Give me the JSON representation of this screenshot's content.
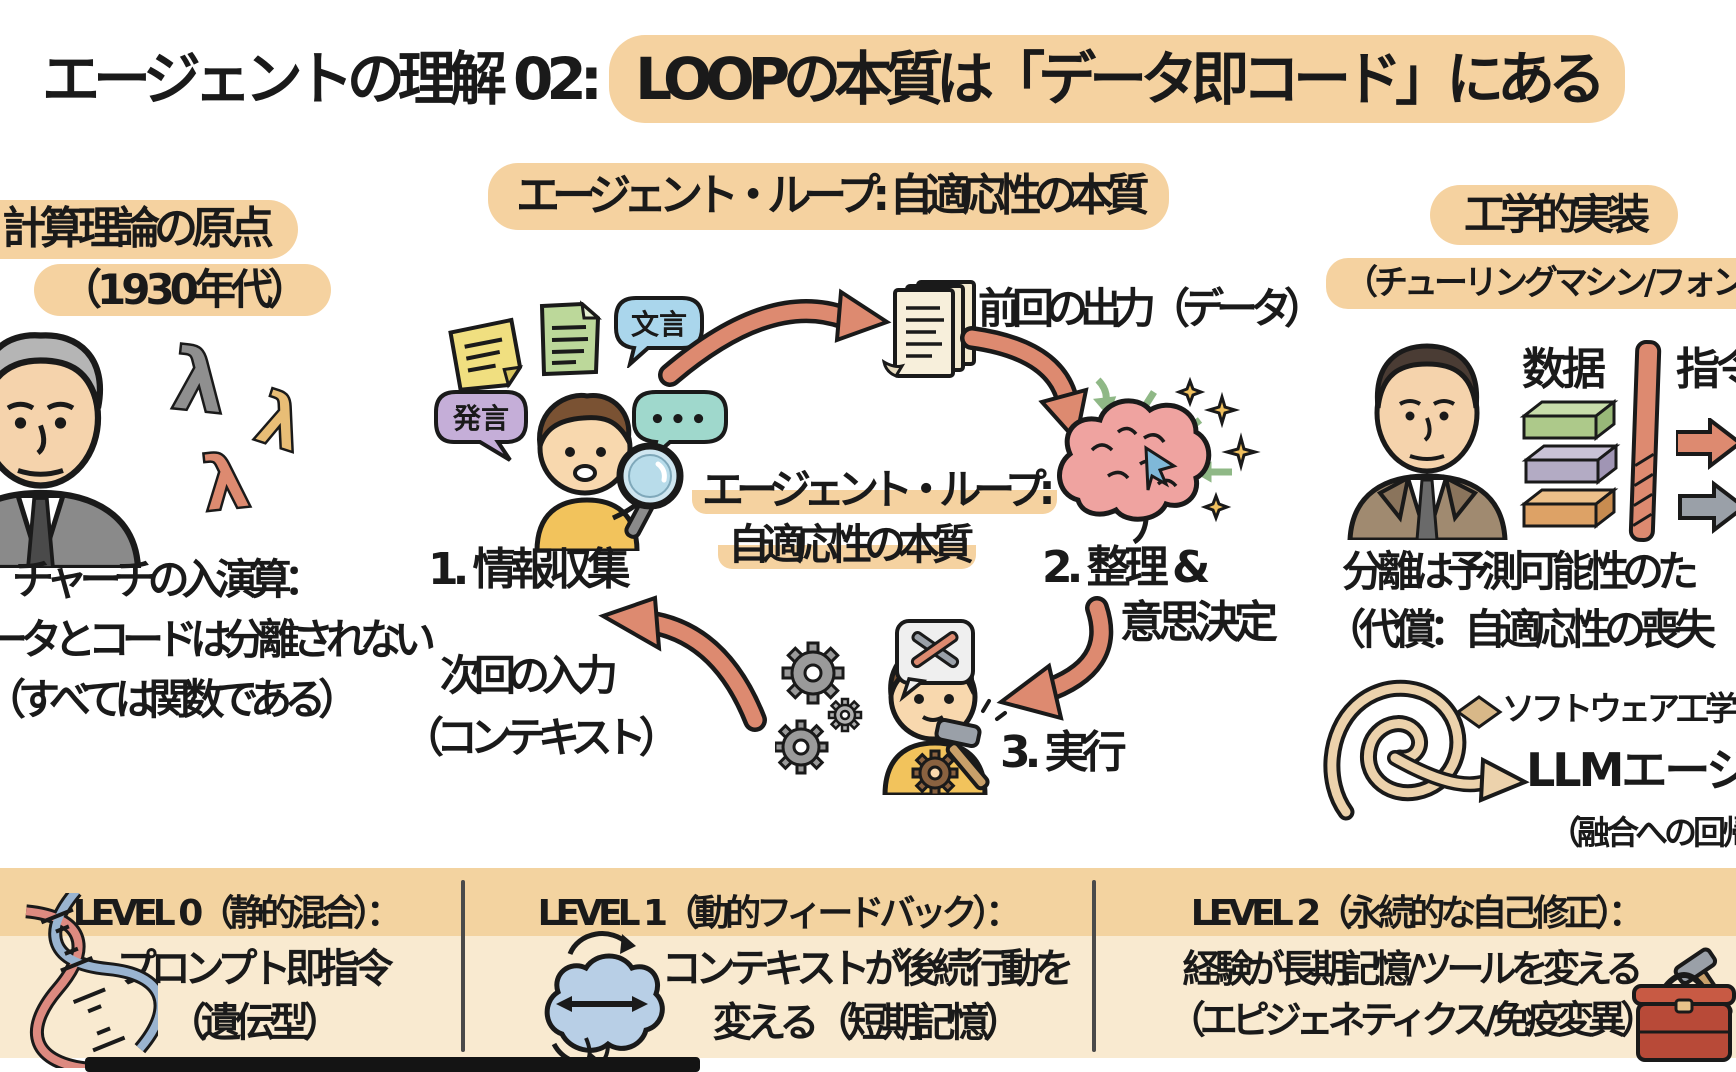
{
  "colors": {
    "hl": "#f5d2a0",
    "band1": "#f3d3a0",
    "band2": "#f9ead0",
    "arrow": "#dd8a70",
    "ink": "#1a1a1a",
    "bg": "#ffffff"
  },
  "title": {
    "prefix": "エージェントの理解 02: ",
    "highlight": "LOOPの本質は「データ即コード」にある"
  },
  "left": {
    "heading1": "計算理論の原点",
    "heading2": "（1930年代）",
    "lambda": "λ",
    "body1": "チャーチの入演算：",
    "body2": "ータとコードは分離されない",
    "body3": "（すべては関数である）"
  },
  "loop": {
    "heading": "エージェント・ループ: 自適応性の本質",
    "bubble_bungen": "文言",
    "bubble_hatsugen": "発言",
    "bubble_dots": "•••",
    "prev_output": "前回の出力（データ）",
    "center1": "エージェント・ループ:",
    "center2": "自適応性の本質",
    "step1": "1. 情報収集",
    "step2a": "2. 整理 &",
    "step2b": "意思決定",
    "step3": "3. 実行",
    "next1": "次回の入力",
    "next2": "（コンテキスト）"
  },
  "right": {
    "heading1": "工学的実装",
    "heading2": "（チューリングマシン/フォン・ノイマ",
    "label_data": "数据",
    "label_instruction": "指令",
    "body1": "分離は予測可能性のた",
    "body2": "（代償：自適応性の喪失",
    "spiral_note": "ソフトウェア工学のパ",
    "llm": "LLMエージェン",
    "llm_sub": "（融合への回帰）"
  },
  "levels": [
    {
      "header": "LEVEL 0（静的混合）：",
      "line1": "プロンプト即指令",
      "line2": "（遺伝型）"
    },
    {
      "header": "LEVEL 1（動的フィードバック）：",
      "line1": "コンテキストが後続行動を",
      "line2": "変える（短期記憶）"
    },
    {
      "header": "LEVEL 2（永続的な自己修正）：",
      "line1": "経験が長期記憶/ツールを変える",
      "line2": "（エピジェネティクス/免疫変異）"
    }
  ]
}
